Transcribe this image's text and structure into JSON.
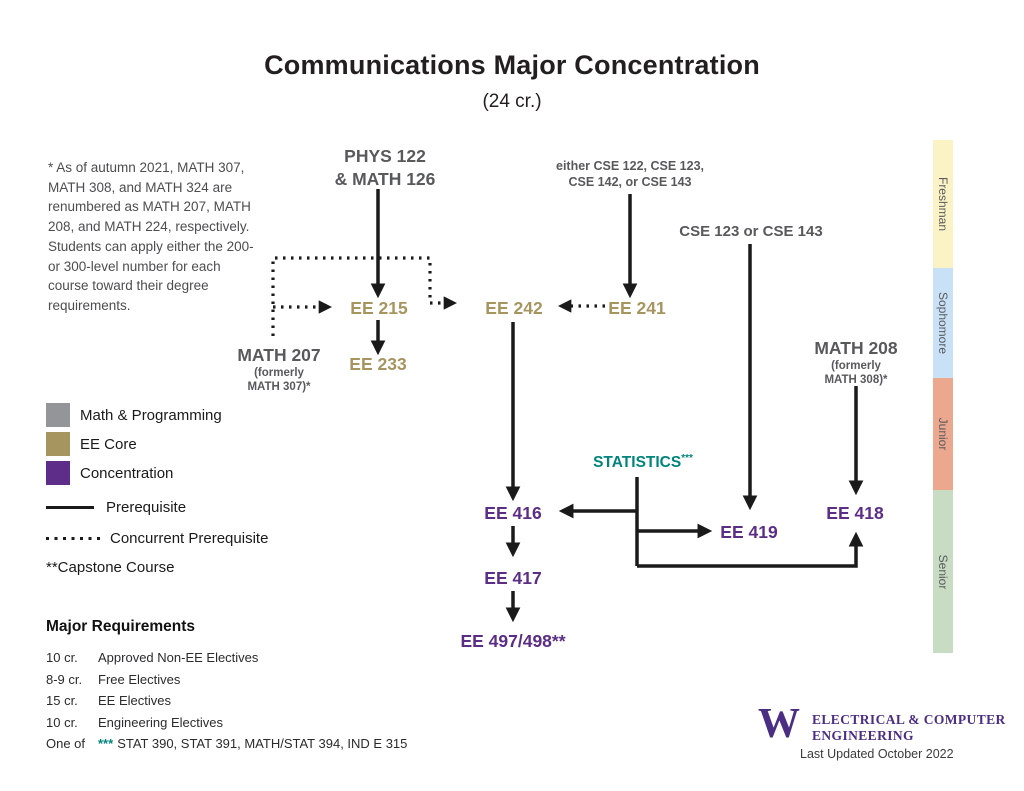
{
  "header": {
    "title": "Communications Major Concentration",
    "subtitle": "(24 cr.)"
  },
  "note": "* As of autumn 2021, MATH 307, MATH 308, and MATH 324 are renumbered as MATH 207, MATH 208, and MATH 224, respectively. Students can apply either the 200- or 300-level number for each course toward their degree requirements.",
  "legend": {
    "math_programming": "Math & Programming",
    "ee_core": "EE Core",
    "concentration": "Concentration",
    "prerequisite": "Prerequisite",
    "concurrent_prerequisite": "Concurrent Prerequisite",
    "capstone": "**Capstone Course",
    "colors": {
      "math_programming": "#939598",
      "ee_core": "#a79560",
      "concentration": "#5e2d8a"
    }
  },
  "requirements": {
    "heading": "Major Requirements",
    "items": [
      {
        "credits": "10 cr.",
        "label": "Approved Non-EE Electives"
      },
      {
        "credits": "8-9 cr.",
        "label": "Free Electives"
      },
      {
        "credits": "15 cr.",
        "label": "EE Electives"
      },
      {
        "credits": "10 cr.",
        "label": "Engineering Electives"
      },
      {
        "credits": "One of",
        "stars": "***",
        "label": "STAT 390, STAT 391, MATH/STAT 394, IND E 315"
      }
    ]
  },
  "courses": {
    "phys_math": {
      "line1": "PHYS 122",
      "line2": "& MATH 126"
    },
    "either_cse": {
      "line1": "either CSE 122, CSE 123,",
      "line2": "CSE 142, or CSE 143"
    },
    "cse_123_143": "CSE 123 or CSE 143",
    "math207": {
      "name": "MATH 207",
      "formerly1": "(formerly",
      "formerly2": "MATH 307)*"
    },
    "math208": {
      "name": "MATH 208",
      "formerly1": "(formerly",
      "formerly2": "MATH 308)*"
    },
    "ee215": "EE 215",
    "ee233": "EE 233",
    "ee242": "EE 242",
    "ee241": "EE 241",
    "statistics": {
      "name": "STATISTICS",
      "stars": "***"
    },
    "ee416": "EE 416",
    "ee417": "EE 417",
    "ee497": "EE 497/498**",
    "ee419": "EE 419",
    "ee418": "EE 418"
  },
  "years": [
    {
      "label": "Freshman",
      "color": "#fbf3c5"
    },
    {
      "label": "Sophomore",
      "color": "#c9e1f6"
    },
    {
      "label": "Junior",
      "color": "#eca78f"
    },
    {
      "label": "Senior",
      "color": "#c7dcc2"
    }
  ],
  "footer": {
    "logo_letter": "W",
    "dept_line1": "ELECTRICAL & COMPUTER",
    "dept_line2": "ENGINEERING",
    "last_updated": "Last Updated October 2022"
  }
}
